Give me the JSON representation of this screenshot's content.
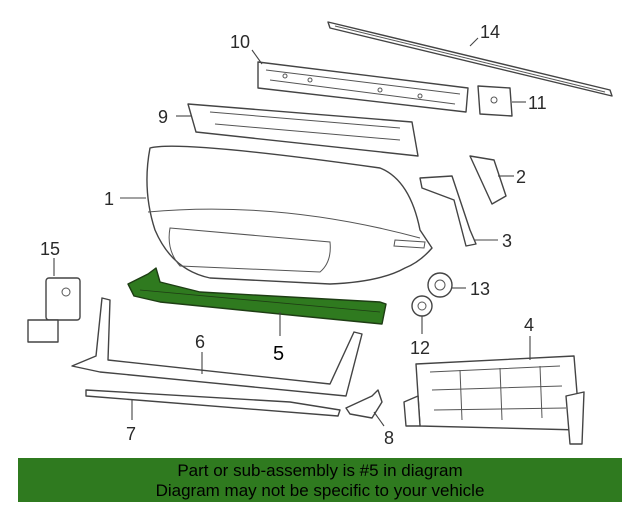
{
  "diagram": {
    "callouts": {
      "c1": "1",
      "c2": "2",
      "c3": "3",
      "c4": "4",
      "c5": "5",
      "c6": "6",
      "c7": "7",
      "c8": "8",
      "c9": "9",
      "c10": "10",
      "c11": "11",
      "c12": "12",
      "c13": "13",
      "c14": "14",
      "c15": "15"
    },
    "highlight_color": "#2f7a1f",
    "highlighted_part": "5"
  },
  "footer": {
    "line1": "Part or sub-assembly is #5 in diagram",
    "line2": "Diagram may not be specific to your vehicle",
    "background": "#2f7a1f"
  }
}
